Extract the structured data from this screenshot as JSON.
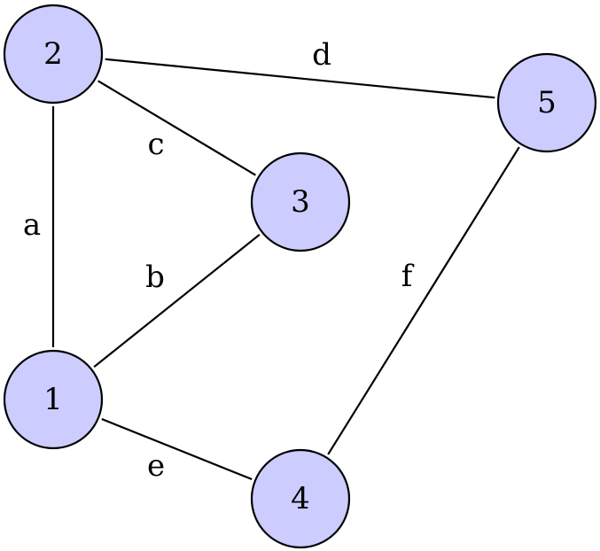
{
  "graph": {
    "node_fill": "#ccccff",
    "node_stroke": "#000000",
    "edge_color": "#000000",
    "nodes": [
      {
        "id": "1",
        "label": "1"
      },
      {
        "id": "2",
        "label": "2"
      },
      {
        "id": "3",
        "label": "3"
      },
      {
        "id": "4",
        "label": "4"
      },
      {
        "id": "5",
        "label": "5"
      }
    ],
    "edges": [
      {
        "id": "a",
        "label": "a",
        "from": "2",
        "to": "1"
      },
      {
        "id": "b",
        "label": "b",
        "from": "1",
        "to": "3"
      },
      {
        "id": "c",
        "label": "c",
        "from": "2",
        "to": "3"
      },
      {
        "id": "d",
        "label": "d",
        "from": "2",
        "to": "5"
      },
      {
        "id": "e",
        "label": "e",
        "from": "1",
        "to": "4"
      },
      {
        "id": "f",
        "label": "f",
        "from": "5",
        "to": "4"
      }
    ]
  }
}
